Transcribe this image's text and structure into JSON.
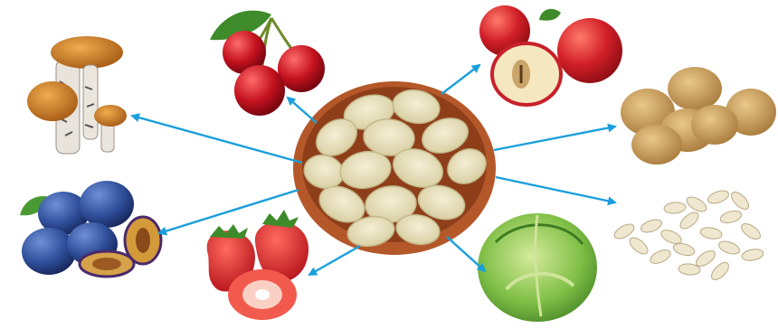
{
  "scene": {
    "center_item": "dumplings-bowl",
    "items": [
      {
        "name": "mushrooms"
      },
      {
        "name": "cherries"
      },
      {
        "name": "apples"
      },
      {
        "name": "potatoes"
      },
      {
        "name": "plums"
      },
      {
        "name": "strawberries"
      },
      {
        "name": "cabbage"
      },
      {
        "name": "pumpkin-seeds"
      }
    ]
  },
  "colors": {
    "arrow": "#1a9fdc",
    "bowl": "#b4582a",
    "dumpling": "#e9e2bf",
    "cherry": "#c4121f",
    "apple": "#d21f28",
    "potato": "#c99c55",
    "plum": "#2f4e9a",
    "strawberry": "#e0262b",
    "cabbage": "#6eae3b",
    "seed": "#efe7cf",
    "mushroom_cap": "#d9892b"
  }
}
